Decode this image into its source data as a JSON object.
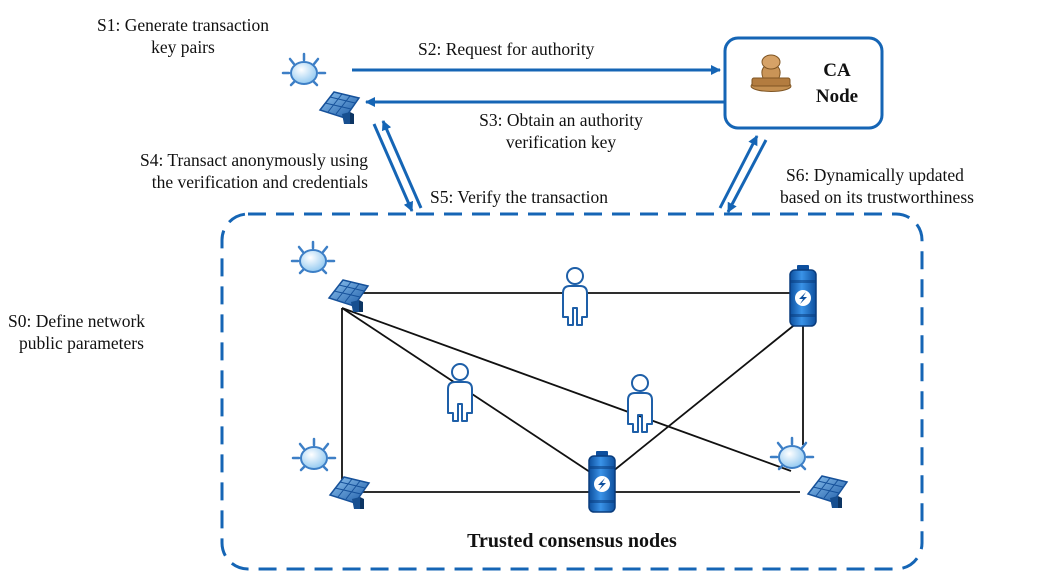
{
  "steps": {
    "s0": {
      "line1": "S0: Define network",
      "line2": "public parameters"
    },
    "s1": {
      "line1": "S1: Generate transaction",
      "line2": "key pairs"
    },
    "s2": {
      "text": "S2: Request for authority"
    },
    "s3": {
      "line1": "S3: Obtain an authority",
      "line2": "verification key"
    },
    "s4": {
      "line1": "S4: Transact anonymously using",
      "line2": "the verification and credentials"
    },
    "s5": {
      "text": "S5: Verify the transaction"
    },
    "s6": {
      "line1": "S6: Dynamically updated",
      "line2": "based on its trustworthiness"
    }
  },
  "ca_node": {
    "line1": "CA",
    "line2": "Node"
  },
  "network": {
    "title": "Trusted consensus nodes"
  },
  "colors": {
    "accent": "#1565b5",
    "panel_light": "#7fb7ea",
    "panel_dark": "#1d5ea8",
    "sun": "#9fd0f3",
    "stamp": "#b88447"
  }
}
